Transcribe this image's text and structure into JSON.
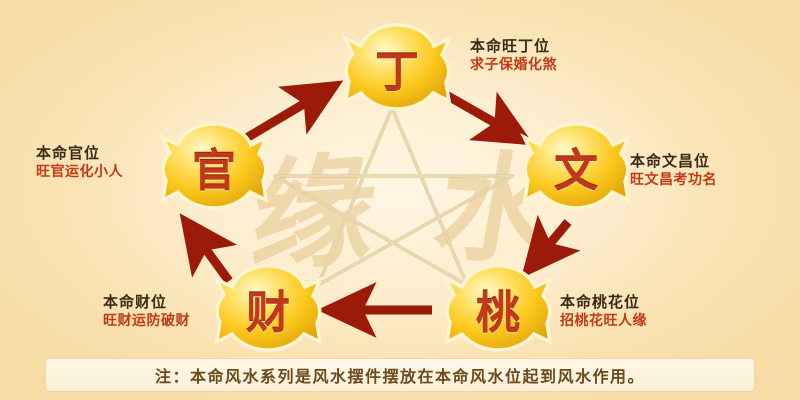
{
  "background": {
    "outer_color": "#FAE5B8",
    "center_color": "#FFF7E4"
  },
  "watermark": {
    "characters": [
      "缘",
      "水"
    ],
    "pentagram_color": "#E8D2A0"
  },
  "diagram": {
    "accent_arrow_color": "#9B1B08",
    "node_gold": "#F5C518",
    "node_glyph_color": "#C0391B",
    "nodes": [
      {
        "id": "ding",
        "glyph": "丁",
        "title": "本命旺丁位",
        "subtitle": "求子保婚化煞"
      },
      {
        "id": "wen",
        "glyph": "文",
        "title": "本命文昌位",
        "subtitle": "旺文昌考功名"
      },
      {
        "id": "tao",
        "glyph": "桃",
        "title": "本命桃花位",
        "subtitle": "招桃花旺人缘"
      },
      {
        "id": "cai",
        "glyph": "财",
        "title": "本命财位",
        "subtitle": "旺财运防破财"
      },
      {
        "id": "guan",
        "glyph": "官",
        "title": "本命官位",
        "subtitle": "旺官运化小人"
      }
    ],
    "flow": [
      "官",
      "丁",
      "文",
      "桃",
      "财",
      "官"
    ]
  },
  "caption": {
    "text": "注：本命风水系列是风水摆件摆放在本命风水位起到风水作用。"
  }
}
